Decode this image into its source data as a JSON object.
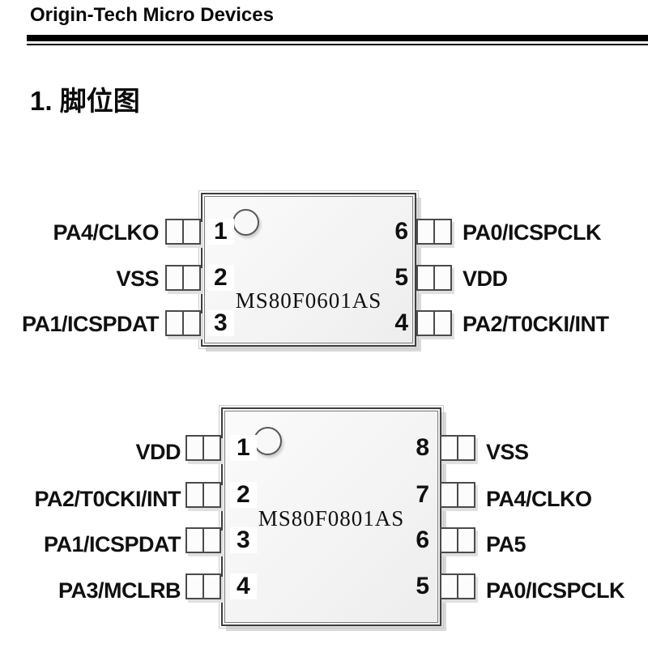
{
  "header": {
    "company": "Origin-Tech Micro Devices"
  },
  "section": {
    "title": "1. 脚位图"
  },
  "chips": [
    {
      "name": "MS80F0601AS",
      "left_pins": [
        {
          "number": "1",
          "label": "PA4/CLKO"
        },
        {
          "number": "2",
          "label": "VSS"
        },
        {
          "number": "3",
          "label": "PA1/ICSPDAT"
        }
      ],
      "right_pins": [
        {
          "number": "6",
          "label": "PA0/ICSPCLK"
        },
        {
          "number": "5",
          "label": "VDD"
        },
        {
          "number": "4",
          "label": "PA2/T0CKI/INT"
        }
      ]
    },
    {
      "name": "MS80F0801AS",
      "left_pins": [
        {
          "number": "1",
          "label": "VDD"
        },
        {
          "number": "2",
          "label": "PA2/T0CKI/INT"
        },
        {
          "number": "3",
          "label": "PA1/ICSPDAT"
        },
        {
          "number": "4",
          "label": "PA3/MCLRB"
        }
      ],
      "right_pins": [
        {
          "number": "8",
          "label": "VSS"
        },
        {
          "number": "7",
          "label": "PA4/CLKO"
        },
        {
          "number": "6",
          "label": "PA5"
        },
        {
          "number": "5",
          "label": "PA0/ICSPCLK"
        }
      ]
    }
  ],
  "colors": {
    "header_rule": "#000000",
    "text": "#101010",
    "chip_border": "#3e3e3e",
    "pad_border": "#4b4b4b",
    "chip_fill": "#f5f5f5",
    "shadow": "#d9d9d9"
  }
}
